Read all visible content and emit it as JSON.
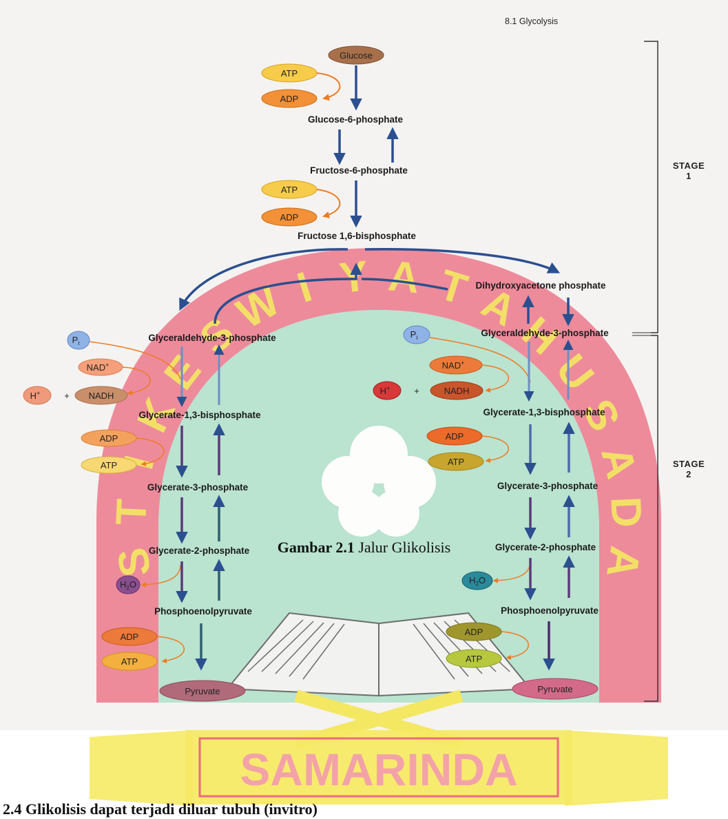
{
  "header": {
    "section": "8.1  Glycolysis"
  },
  "stage_labels": {
    "stage1_word": "STAGE",
    "stage1_num": "1",
    "stage2_word": "STAGE",
    "stage2_num": "2"
  },
  "stage1": {
    "glucose": "Glucose",
    "atp1": "ATP",
    "adp1": "ADP",
    "g6p": "Glucose-6-phosphate",
    "f6p": "Fructose-6-phosphate",
    "atp2": "ATP",
    "adp2": "ADP",
    "f16bp": "Fructose 1,6-bisphosphate",
    "dhap": "Dihydroxyacetone phosphate"
  },
  "left": {
    "g3p": "Glyceraldehyde-3-phosphate",
    "pi": "P",
    "pi_sub": "i",
    "nad": "NAD",
    "nad_sup": "+",
    "h": "H",
    "h_sup": "+",
    "plus": "+",
    "nadh": "NADH",
    "bpg": "Glycerate-1,3-bisphosphate",
    "adp1": "ADP",
    "atp1": "ATP",
    "g3pate": "Glycerate-3-phosphate",
    "g2p": "Glycerate-2-phosphate",
    "h2o_h": "H",
    "h2o_2": "2",
    "h2o_o": "O",
    "pep": "Phosphoenolpyruvate",
    "adp2": "ADP",
    "atp2": "ATP",
    "pyruvate": "Pyruvate"
  },
  "right": {
    "g3p": "Glyceraldehyde-3-phosphate",
    "pi": "P",
    "pi_sub": "i",
    "nad": "NAD",
    "nad_sup": "+",
    "h": "H",
    "h_sup": "+",
    "plus": "+",
    "nadh": "NADH",
    "bpg": "Glycerate-1,3-bisphosphate",
    "adp1": "ADP",
    "atp1": "ATP",
    "g3pate": "Glycerate-3-phosphate",
    "g2p": "Glycerate-2-phosphate",
    "h2o_h": "H",
    "h2o_2": "2",
    "h2o_o": "O",
    "pep": "Phosphoenolpyruvate",
    "adp2": "ADP",
    "atp2": "ATP",
    "pyruvate": "Pyruvate"
  },
  "watermark": {
    "arc_letters": [
      "S",
      "T",
      "I",
      "K",
      "E",
      "S",
      "W",
      "I",
      "Y",
      "A",
      "T",
      "A",
      "H",
      "U",
      "S",
      "A",
      "D",
      "A"
    ],
    "banner": "SAMARINDA"
  },
  "caption": {
    "number": "Gambar 2.1",
    "title": " Jalur Glikolisis"
  },
  "section_heading": "2.4  Glikolisis dapat terjadi diluar tubuh (invitro)",
  "colors": {
    "arrow_blue": "#2b4f8f",
    "arrow_orange": "#ee7a22",
    "watermark_red": "#e9506b",
    "watermark_green": "#9fdcc0",
    "watermark_yellow": "#f4e64a"
  }
}
